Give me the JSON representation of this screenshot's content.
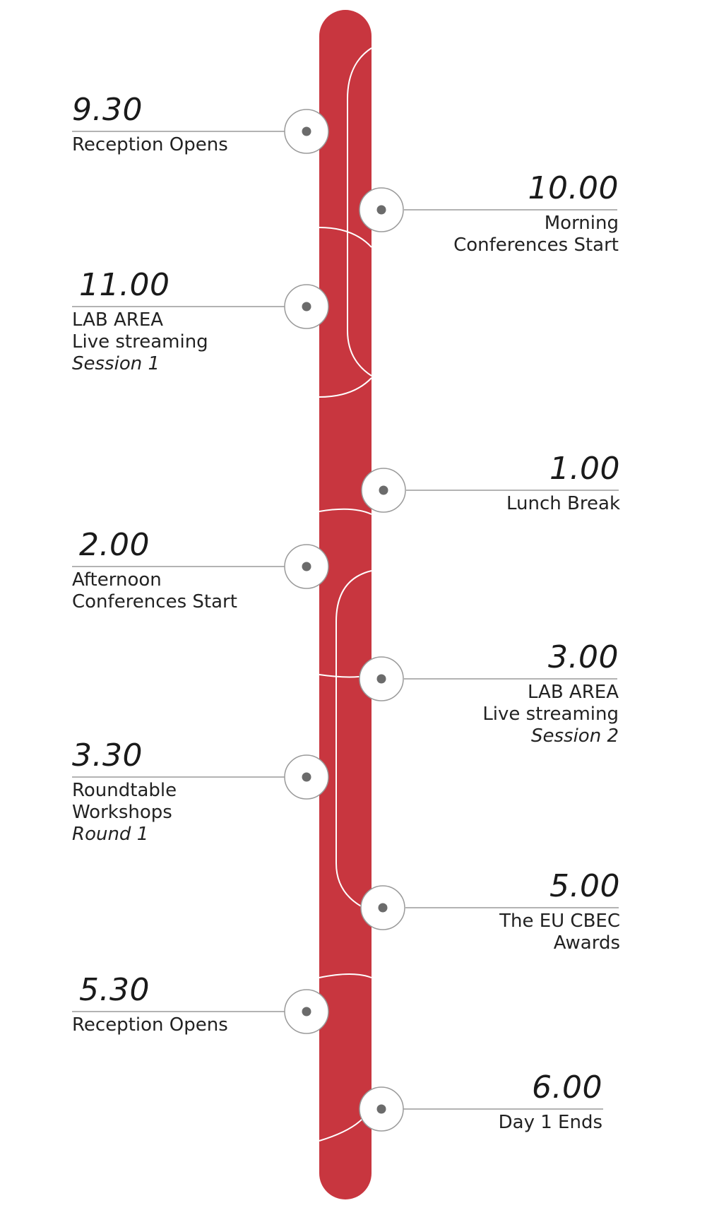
{
  "events": [
    {
      "side": "left",
      "time": "9.30",
      "lines": [
        {
          "text": "Reception Opens"
        }
      ]
    },
    {
      "side": "right",
      "time": "10.00",
      "lines": [
        {
          "text": "Morning"
        },
        {
          "text": "Conferences Start"
        }
      ]
    },
    {
      "side": "left",
      "time": "11.00",
      "lines": [
        {
          "text": "LAB AREA"
        },
        {
          "text": "Live streaming"
        },
        {
          "text": "Session 1",
          "italic": true
        }
      ]
    },
    {
      "side": "right",
      "time": "1.00",
      "lines": [
        {
          "text": "Lunch Break"
        }
      ]
    },
    {
      "side": "left",
      "time": "2.00",
      "lines": [
        {
          "text": "Afternoon"
        },
        {
          "text": "Conferences Start"
        }
      ]
    },
    {
      "side": "right",
      "time": "3.00",
      "lines": [
        {
          "text": "LAB AREA"
        },
        {
          "text": "Live streaming"
        },
        {
          "text": "Session 2",
          "italic": true
        }
      ]
    },
    {
      "side": "left",
      "time": "3.30",
      "lines": [
        {
          "text": "Roundtable"
        },
        {
          "text": "Workshops"
        },
        {
          "text": "Round 1",
          "italic": true
        }
      ]
    },
    {
      "side": "right",
      "time": "5.00",
      "lines": [
        {
          "text": "The EU CBEC"
        },
        {
          "text": "Awards"
        }
      ]
    },
    {
      "side": "left",
      "time": "5.30",
      "lines": [
        {
          "text": "Reception Opens"
        }
      ]
    },
    {
      "side": "right",
      "time": "6.00",
      "lines": [
        {
          "text": "Day 1 Ends"
        }
      ]
    }
  ],
  "colors": {
    "bar": "#c8363f",
    "line": "#9a9a9a",
    "node_fill": "#ffffff",
    "node_dot": "#6b6b6b",
    "arc": "#ffffff"
  }
}
